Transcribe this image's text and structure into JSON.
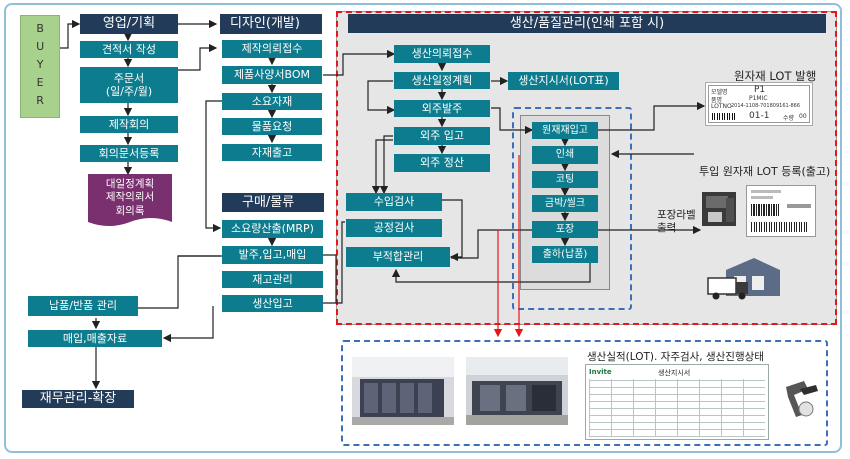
{
  "buyer": "BUYER",
  "sales": {
    "header": "영업/기획",
    "items": [
      "견적서 작성",
      "주문서\n(일/주/월)",
      "제작회의",
      "회의문서등록"
    ],
    "doc": "대일정계획\n제작의뢰서\n회의록"
  },
  "design": {
    "header": "디자인(개발)",
    "items": [
      "제작의뢰접수",
      "제품사양서BOM",
      "소요자재",
      "물품요청",
      "자재출고"
    ]
  },
  "purchase": {
    "header": "구매/물류",
    "items": [
      "소요량산출(MRP)",
      "발주,입고,매입",
      "재고관리",
      "생산입고"
    ]
  },
  "delivery": {
    "items": [
      "납품/반품 관리",
      "매입,매출자료"
    ],
    "finance": "재무관리-확장"
  },
  "production": {
    "header": "생산/품질관리(인쇄 포함 시)",
    "flow": [
      "생산의뢰접수",
      "생산일정계획",
      "외주발주",
      "외주 입고",
      "외주 정산"
    ],
    "work_order": "생산지시서(LOT표)",
    "qc": [
      "수입검사",
      "공정검사",
      "부적합관리"
    ],
    "process": [
      "원재재입고",
      "인쇄",
      "코팅",
      "금박/씰크",
      "포장",
      "출하(납품)"
    ]
  },
  "labels": {
    "lot_issue": "원자재 LOT 발행",
    "lot_register": "투입 원자재 LOT 등록(출고)",
    "package_label": "포장라벨\n출력",
    "result": "생산실적(LOT). 자주검사,  생산진행상태"
  },
  "lot_label": {
    "rows": [
      [
        "모델명",
        "P1"
      ],
      [
        "품명",
        "P1MIC"
      ],
      [
        "LOTNO",
        "2014-1108-701809161-866"
      ],
      [
        "",
        "01-1"
      ]
    ],
    "qty_label": "수량",
    "qty": "00"
  },
  "report": {
    "title": "생산지시서",
    "brand": "Invite"
  },
  "colors": {
    "teal": "#0d7c8e",
    "navy": "#213b59",
    "buyer": "#a8d18d",
    "red": "#e8161b",
    "blue": "#3d6fb8"
  }
}
